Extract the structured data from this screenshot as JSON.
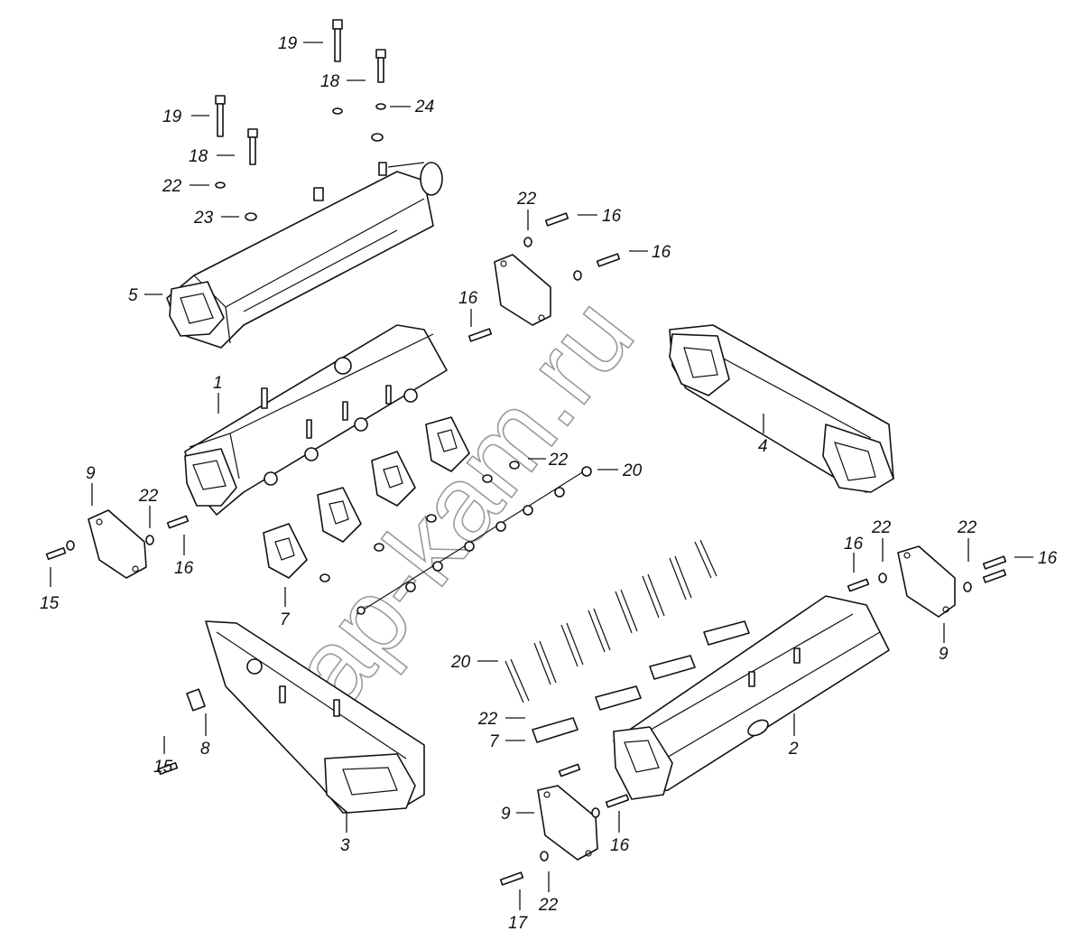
{
  "watermark": "ap-kam.ru",
  "labels": {
    "l19a": "19",
    "l18a": "18",
    "l19b": "19",
    "l18b": "18",
    "l24": "24",
    "l22a": "22",
    "l23": "23",
    "l5": "5",
    "l22b": "22",
    "l16a": "16",
    "l16b": "16",
    "l16c": "16",
    "l1": "1",
    "l4": "4",
    "l22c": "22",
    "l20a": "20",
    "l9a": "9",
    "l22d": "22",
    "l16d": "16",
    "l15a": "15",
    "l7a": "7",
    "l22e": "22",
    "l16e": "16",
    "l22f": "22",
    "l16f": "16",
    "l9b": "9",
    "l20b": "20",
    "l22g": "22",
    "l7b": "7",
    "l2": "2",
    "l15b": "15",
    "l8": "8",
    "l3": "3",
    "l9c": "9",
    "l16g": "16",
    "l17": "17",
    "l22h": "22"
  }
}
